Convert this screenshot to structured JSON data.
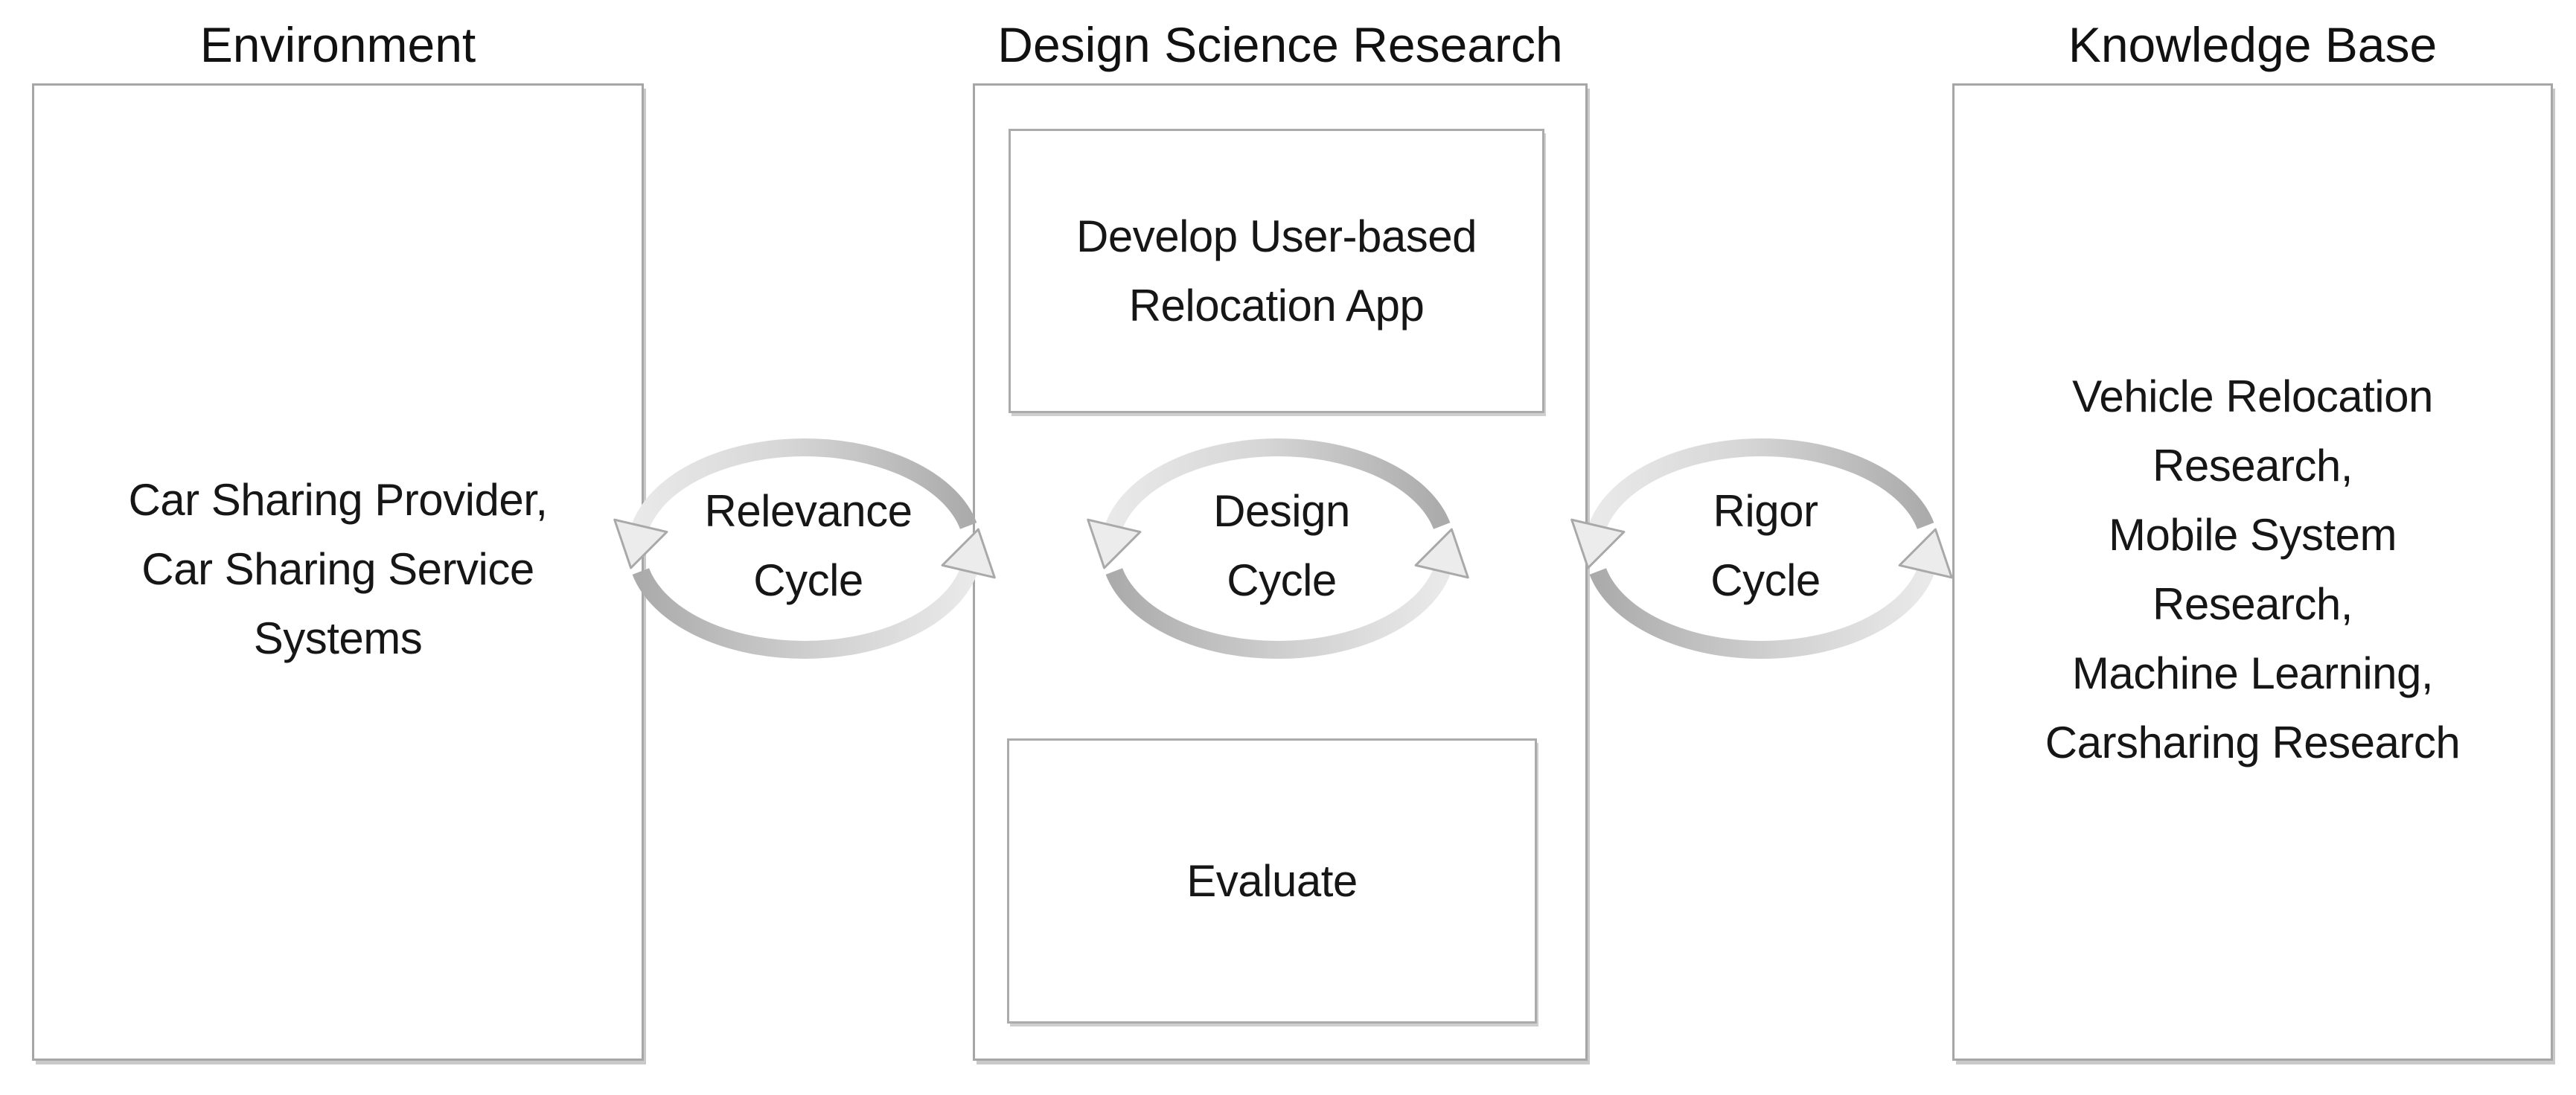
{
  "environment": {
    "title": "Environment",
    "content": "Car Sharing Provider,\nCar Sharing Service\nSystems"
  },
  "design_science_research": {
    "title": "Design Science Research",
    "develop_box": "Develop User-based\nRelocation App",
    "evaluate_box": "Evaluate"
  },
  "knowledge_base": {
    "title": "Knowledge Base",
    "content": "Vehicle Relocation\nResearch,\nMobile System\nResearch,\nMachine Learning,\nCarsharing Research"
  },
  "cycles": [
    {
      "label": "Relevance\nCycle"
    },
    {
      "label": "Design\nCycle"
    },
    {
      "label": "Rigor\nCycle"
    }
  ],
  "colors": {
    "background": "#ffffff",
    "box_border": "#a6a6a6",
    "text": "#161616",
    "arc_dark": "#ababab",
    "arc_light": "#e9e9e9",
    "arrowhead_fill": "#ececec",
    "arrowhead_stroke": "#a9a9a9"
  }
}
